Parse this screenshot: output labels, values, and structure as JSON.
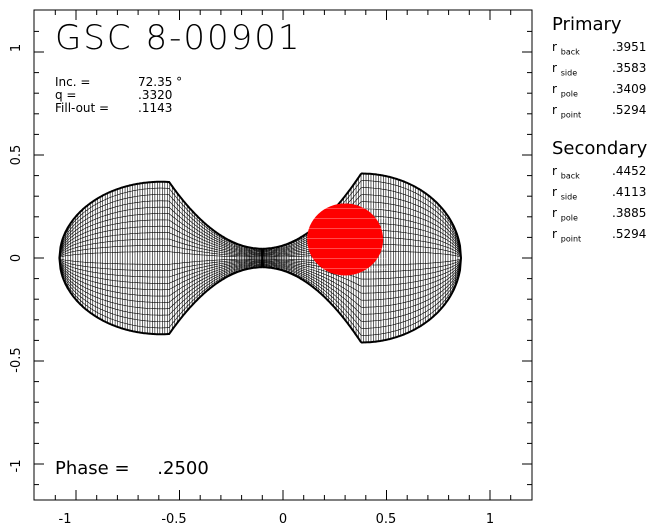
{
  "title": "GSC 8-00901",
  "params": {
    "inc_label": "Inc. =",
    "inc_value": "72.35 °",
    "q_label": "q =",
    "q_value": ".3320",
    "fill_label": "Fill-out =",
    "fill_value": ".1143"
  },
  "phase": {
    "label": "Phase =",
    "value": ".2500"
  },
  "primary": {
    "heading": "Primary",
    "rows": [
      {
        "sub": "back",
        "value": ".3951"
      },
      {
        "sub": "side",
        "value": ".3583"
      },
      {
        "sub": "pole",
        "value": ".3409"
      },
      {
        "sub": "point",
        "value": ".5294"
      }
    ]
  },
  "secondary": {
    "heading": "Secondary",
    "rows": [
      {
        "sub": "back",
        "value": ".4452"
      },
      {
        "sub": "side",
        "value": ".4113"
      },
      {
        "sub": "pole",
        "value": ".3885"
      },
      {
        "sub": "point",
        "value": ".5294"
      }
    ]
  },
  "axes": {
    "x_ticks": [
      "-1",
      "-0.5",
      "0",
      "0.5",
      "1"
    ],
    "y_ticks": [
      "1",
      "0.5",
      "0",
      "-0.5",
      "-1"
    ],
    "x_range": [
      -1.25,
      1.25
    ],
    "y_range": [
      -1.2,
      1.2
    ]
  },
  "colors": {
    "mesh": "#000000",
    "spot": "#ff0000"
  }
}
